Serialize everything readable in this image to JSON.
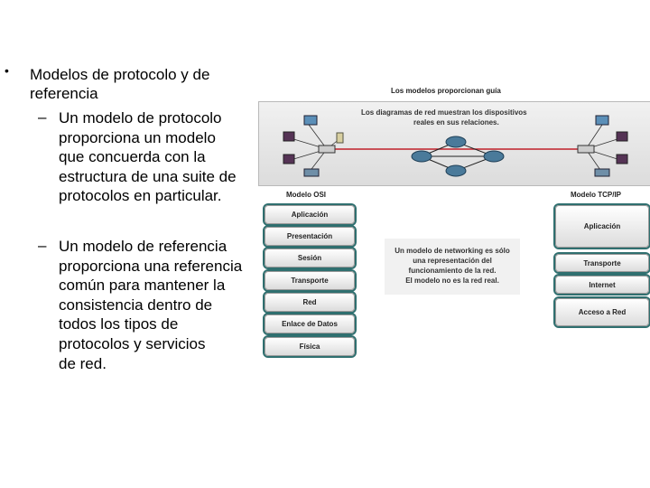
{
  "slide": {
    "bullet_symbol": "•",
    "bullet_text_line1": "Modelos de protocolo y de",
    "bullet_text_line2": "referencia",
    "dash_symbol": "–",
    "sub1_lines": [
      "Un modelo de protocolo",
      "proporciona un modelo",
      "que concuerda con la",
      "estructura de una suite de",
      "protocolos en particular."
    ],
    "sub2_lines": [
      "Un modelo de referencia",
      "proporciona una referencia",
      "común para mantener la",
      "consistencia dentro de",
      "todos los tipos de",
      "protocolos y servicios",
      "de red."
    ]
  },
  "figure": {
    "title": "Los modelos proporcionan guía",
    "network_caption_line1": "Los diagramas de red muestran los dispositivos",
    "network_caption_line2": "reales en sus relaciones.",
    "osi_label": "Modelo OSI",
    "tcpip_label": "Modelo TCP/IP",
    "osi_layers": [
      "Aplicación",
      "Presentación",
      "Sesión",
      "Transporte",
      "Red",
      "Enlace de Datos",
      "Física"
    ],
    "tcpip_layers": [
      "Aplicación",
      "Transporte",
      "Internet",
      "Acceso a Red"
    ],
    "note_lines": [
      "Un modelo de networking es sólo",
      "una representación del",
      "funcionamiento de la red.",
      "El modelo no es la red real."
    ]
  }
}
